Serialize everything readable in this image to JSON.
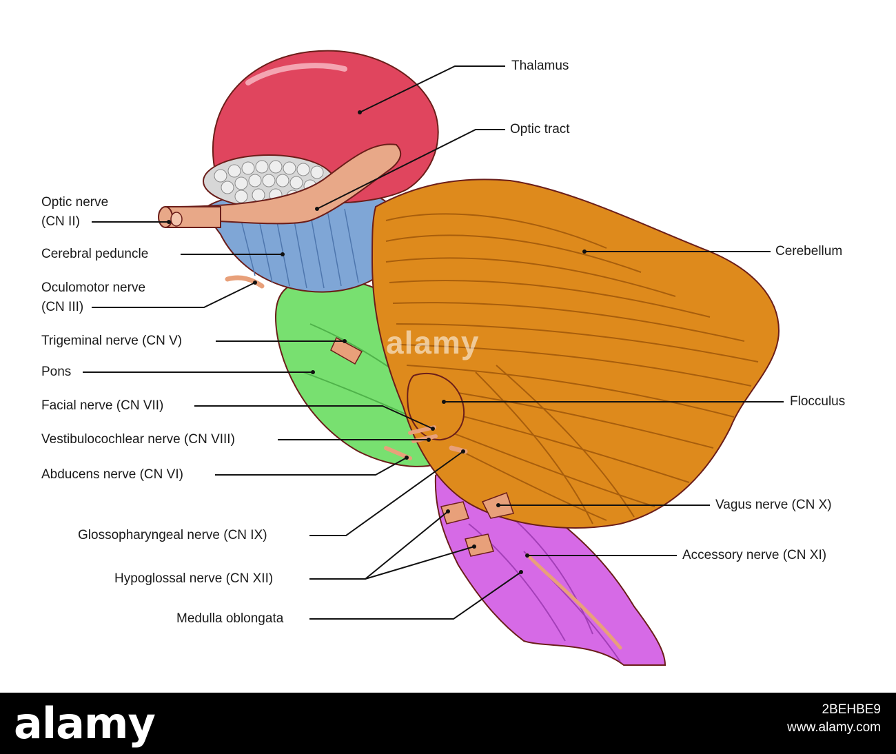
{
  "labels": {
    "thalamus": "Thalamus",
    "optic_tract": "Optic tract",
    "optic_nerve_1": "Optic nerve",
    "optic_nerve_2": "(CN II)",
    "cerebral_peduncle": "Cerebral peduncle",
    "oculomotor_1": "Oculomotor nerve",
    "oculomotor_2": "(CN III)",
    "trigeminal": "Trigeminal nerve (CN V)",
    "pons": "Pons",
    "facial": "Facial nerve (CN VII)",
    "vestibulocochlear": "Vestibulocochlear nerve (CN VIII)",
    "abducens": "Abducens nerve (CN VI)",
    "glossopharyngeal": "Glossopharyngeal nerve (CN IX)",
    "hypoglossal": "Hypoglossal nerve (CN XII)",
    "medulla": "Medulla oblongata",
    "cerebellum": "Cerebellum",
    "flocculus": "Flocculus",
    "vagus": "Vagus nerve (CN X)",
    "accessory": "Accessory nerve (CN XI)"
  },
  "watermark": "alamy",
  "footer": {
    "brand": "alamy",
    "image_id": "2BEHBE9",
    "url": "www.alamy.com"
  },
  "colors": {
    "thalamus": "#e0455e",
    "optic": "#e8a888",
    "peduncle": "#7fa6d6",
    "pons": "#78e070",
    "cerebellum": "#de8a1c",
    "medulla": "#d66ae6",
    "nerve": "#e8a07a",
    "outline": "#6b1e1a"
  }
}
